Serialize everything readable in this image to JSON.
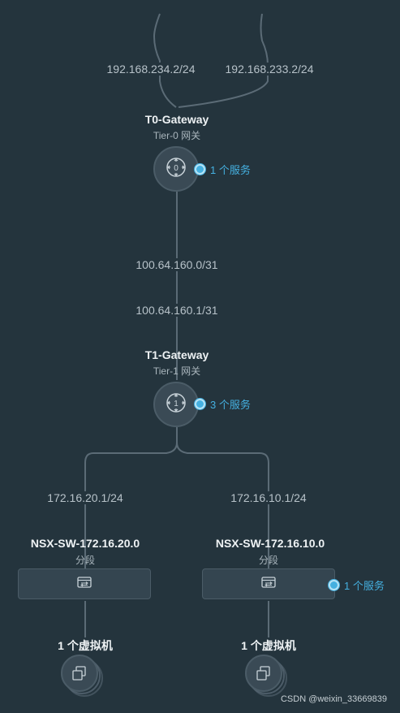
{
  "t0": {
    "uplink_left": "192.168.234.2/24",
    "uplink_right": "192.168.233.2/24",
    "name": "T0-Gateway",
    "type": "Tier-0 网关",
    "services": "1 个服务",
    "icon": "tier0-router-icon"
  },
  "link": {
    "t0_ip": "100.64.160.0/31",
    "t1_ip": "100.64.160.1/31"
  },
  "t1": {
    "name": "T1-Gateway",
    "type": "Tier-1 网关",
    "services": "3 个服务",
    "icon": "tier1-router-icon"
  },
  "segments": [
    {
      "ip": "172.16.20.1/24",
      "name": "NSX-SW-172.16.20.0",
      "type": "分段",
      "services": "",
      "vms": "1 个虚拟机"
    },
    {
      "ip": "172.16.10.1/24",
      "name": "NSX-SW-172.16.10.0",
      "type": "分段",
      "services": "1 个服务",
      "vms": "1 个虚拟机"
    }
  ],
  "watermark": "CSDN @weixin_33669839",
  "colors": {
    "background": "#24343d",
    "line": "#5b6b76",
    "accent": "#45b0e0"
  }
}
